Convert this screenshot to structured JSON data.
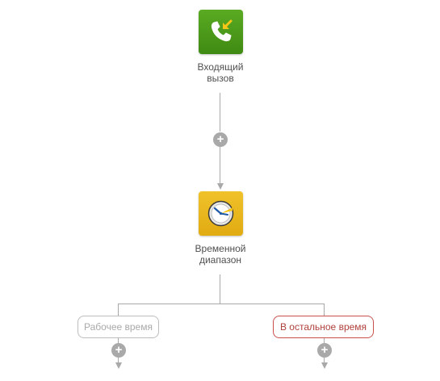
{
  "nodes": {
    "incoming_call": {
      "label_line1": "Входящий",
      "label_line2": "вызов",
      "icon": "incoming-call-icon",
      "color": "#4f9a1c"
    },
    "time_range": {
      "label_line1": "Временной",
      "label_line2": "диапазон",
      "icon": "clock-icon",
      "color": "#e8b51d"
    }
  },
  "branches": {
    "work_time": {
      "label": "Рабочее время",
      "color": "#bdbdbd",
      "text_color": "#a9a9a9"
    },
    "other_time": {
      "label": "В остальное время",
      "color": "#c9504a",
      "text_color": "#b0413c"
    }
  },
  "controls": {
    "add_glyph": "+"
  },
  "colors": {
    "connector": "#a9a9a9"
  }
}
